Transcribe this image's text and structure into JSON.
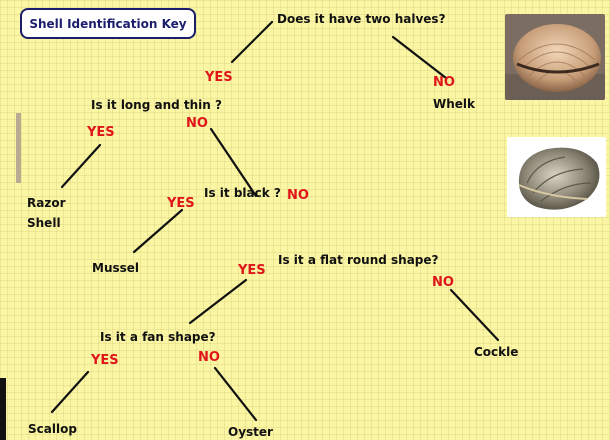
{
  "title": "Shell Identification Key",
  "questions": {
    "q1": "Does it have two halves?",
    "q2": "Is it long and thin ?",
    "q3": "Is it black ?",
    "q4": "Is it a flat round shape?",
    "q5": "Is it a fan shape?"
  },
  "branches": {
    "yes": "YES",
    "no": "NO"
  },
  "answers": {
    "whelk": "Whelk",
    "razor_line1": "Razor",
    "razor_line2": "Shell",
    "mussel": "Mussel",
    "cockle": "Cockle",
    "scallop": "Scallop",
    "oyster": "Oyster"
  },
  "colors": {
    "branch_label": "#e0151a",
    "title_border": "#1b1e6d",
    "background": "#fbf6a4"
  },
  "images": [
    "cockle-shell-photo",
    "oyster-shell-photo"
  ]
}
